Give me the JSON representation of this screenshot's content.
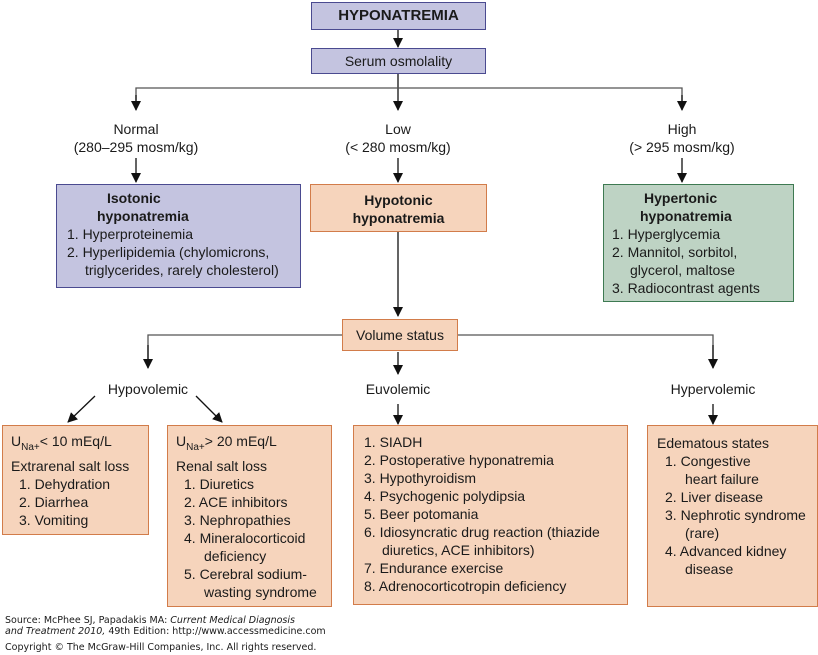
{
  "root": {
    "title": "HYPONATREMIA"
  },
  "serum": {
    "label": "Serum osmolality"
  },
  "branches": {
    "normal": {
      "line1": "Normal",
      "line2": "(280–295 mosm/kg)"
    },
    "low": {
      "line1": "Low",
      "line2": "(< 280 mosm/kg)"
    },
    "high": {
      "line1": "High",
      "line2": "(> 295 mosm/kg)"
    }
  },
  "isotonic": {
    "title1": "Isotonic",
    "title2": "hyponatremia",
    "items": [
      "1. Hyperproteinemia",
      "2. Hyperlipidemia (chylomicrons,",
      "triglycerides, rarely cholesterol)"
    ]
  },
  "hypotonic": {
    "title1": "Hypotonic",
    "title2": "hyponatremia"
  },
  "hypertonic": {
    "title1": "Hypertonic",
    "title2": "hyponatremia",
    "items": [
      "1. Hyperglycemia",
      "2. Mannitol, sorbitol,",
      "glycerol, maltose",
      "3. Radiocontrast agents"
    ]
  },
  "volume": {
    "label": "Volume status"
  },
  "volume_branches": {
    "hypo": "Hypovolemic",
    "eu": "Euvolemic",
    "hyper": "Hypervolemic"
  },
  "extrarenal": {
    "u_prefix": "U",
    "u_sub": "Na+",
    "u_value": "< 10 mEq/L",
    "title": "Extrarenal salt loss",
    "items": [
      "1. Dehydration",
      "2. Diarrhea",
      "3. Vomiting"
    ]
  },
  "renal": {
    "u_prefix": "U",
    "u_sub": "Na+",
    "u_value": "> 20 mEq/L",
    "title": "Renal salt loss",
    "items": [
      "1. Diuretics",
      "2. ACE inhibitors",
      "3. Nephropathies",
      "4. Mineralocorticoid",
      "deficiency",
      "5. Cerebral sodium-",
      "wasting syndrome"
    ]
  },
  "euvolemic": {
    "items": [
      "1. SIADH",
      "2. Postoperative hyponatremia",
      "3. Hypothyroidism",
      "4. Psychogenic polydipsia",
      "5. Beer potomania",
      "6. Idiosyncratic drug reaction (thiazide",
      "diuretics, ACE inhibitors)",
      "7. Endurance exercise",
      "8. Adrenocorticotropin deficiency"
    ]
  },
  "hypervolemic": {
    "title": "Edematous states",
    "items": [
      "1. Congestive",
      "heart failure",
      "2. Liver disease",
      "3. Nephrotic syndrome",
      "(rare)",
      "4. Advanced kidney",
      "disease"
    ]
  },
  "footer": {
    "source_prefix": "Source: McPhee SJ, Papadakis MA: ",
    "source_italic": "Current Medical Diagnosis",
    "source_line2_italic": "and Treatment 2010,",
    "source_line2_rest": " 49th Edition: http://www.accessmedicine.com",
    "copyright": "Copyright © The McGraw-Hill Companies, Inc. All rights reserved."
  }
}
